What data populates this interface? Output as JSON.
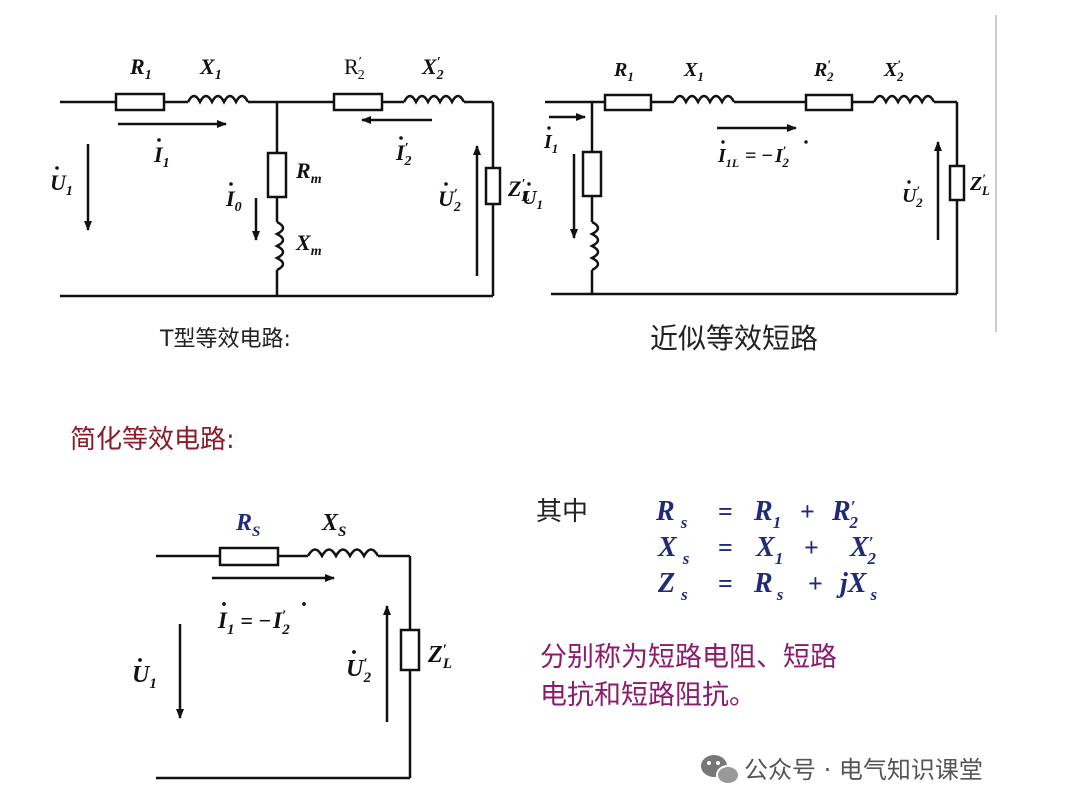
{
  "t_circuit": {
    "caption": "T型等效电路:",
    "R1": "R",
    "R1_sub": "1",
    "X1": "X",
    "X1_sub": "1",
    "R2": "R",
    "R2_sub": "2",
    "X2": "X",
    "X2_sub": "2",
    "Rm": "R",
    "Rm_sub": "m",
    "Xm": "X",
    "Xm_sub": "m",
    "I1": "I",
    "I1_sub": "1",
    "I2": "I",
    "I2_sub": "2",
    "I0": "I",
    "I0_sub": "0",
    "U1": "U",
    "U1_sub": "1",
    "U2": "U",
    "U2_sub": "2",
    "ZL": "Z",
    "ZL_sub": "L"
  },
  "approx_circuit": {
    "caption": "近似等效短路",
    "R1": "R",
    "R1_sub": "1",
    "X1": "X",
    "X1_sub": "1",
    "R2": "R",
    "R2_sub": "2",
    "X2": "X",
    "X2_sub": "2",
    "I1": "I",
    "I1_sub": "1",
    "I1L": "I",
    "I1L_sub": "1L",
    "I1L_eq": "= −",
    "I1L_rhs": "I",
    "I1L_rhs_sub": "2",
    "U1": "U",
    "U1_sub": "1",
    "U2": "U",
    "U2_sub": "2",
    "ZL": "Z",
    "ZL_sub": "L"
  },
  "simplified": {
    "heading": "简化等效电路:",
    "Rs": "R",
    "Rs_sub": "S",
    "Xs": "X",
    "Xs_sub": "S",
    "I1": "I",
    "I1_sub": "1",
    "eq": "= −",
    "I2": "I",
    "I2_sub": "2",
    "U1": "U",
    "U1_sub": "1",
    "U2": "U",
    "U2_sub": "2",
    "ZL": "Z",
    "ZL_sub": "L"
  },
  "formulas": {
    "intro": "其中",
    "rows": [
      {
        "lhs": "R",
        "lhs_sub": "s",
        "a": "R",
        "a_sub": "1",
        "op": "+",
        "b": "R",
        "b_sub": "2",
        "b_prime": "′"
      },
      {
        "lhs": "X",
        "lhs_sub": "s",
        "a": "X",
        "a_sub": "1",
        "op": "+",
        "b": "X",
        "b_sub": "2",
        "b_prime": "′"
      },
      {
        "lhs": "Z",
        "lhs_sub": "s",
        "a": "R",
        "a_sub": "s",
        "op": "+",
        "b": "jX",
        "b_sub": "s",
        "b_prime": ""
      }
    ],
    "eq_sign": "="
  },
  "description": {
    "line1": "分别称为短路电阻、短路",
    "line2": "电抗和短路阻抗。"
  },
  "watermark": {
    "text": "公众号 · 电气知识课堂"
  }
}
